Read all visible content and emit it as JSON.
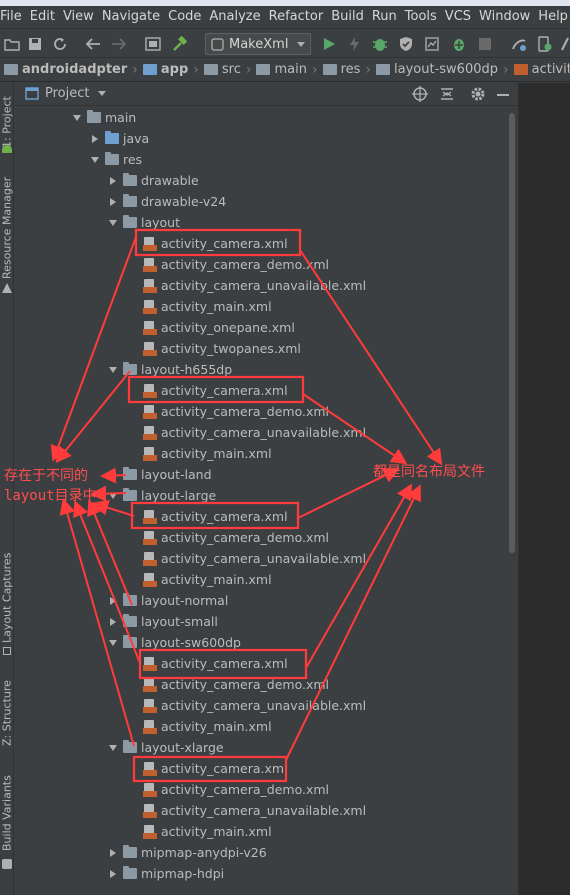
{
  "menu": [
    "File",
    "Edit",
    "View",
    "Navigate",
    "Code",
    "Analyze",
    "Refactor",
    "Build",
    "Run",
    "Tools",
    "VCS",
    "Window",
    "Help"
  ],
  "toolbar": {
    "run_config": "MakeXml"
  },
  "breadcrumb": [
    "androidadpter",
    "app",
    "src",
    "main",
    "res",
    "layout-sw600dp",
    "activity_camera_"
  ],
  "side_tabs": {
    "project": "1: Project",
    "resource_manager": "Resource Manager",
    "layout_captures": "Layout Captures",
    "structure": "Z: Structure",
    "build_variants": "Build Variants"
  },
  "panel": {
    "title": "Project"
  },
  "tree": [
    {
      "label": "main",
      "type": "folder",
      "arrow": "open",
      "level": 0
    },
    {
      "label": "java",
      "type": "folder-blue",
      "arrow": "closed",
      "level": 1
    },
    {
      "label": "res",
      "type": "folder",
      "arrow": "open",
      "level": 1
    },
    {
      "label": "drawable",
      "type": "folder",
      "arrow": "closed",
      "level": 2
    },
    {
      "label": "drawable-v24",
      "type": "folder",
      "arrow": "closed",
      "level": 2
    },
    {
      "label": "layout",
      "type": "folder",
      "arrow": "open",
      "level": 2
    },
    {
      "label": "activity_camera.xml",
      "type": "xml",
      "level": 3
    },
    {
      "label": "activity_camera_demo.xml",
      "type": "xml",
      "level": 3
    },
    {
      "label": "activity_camera_unavailable.xml",
      "type": "xml",
      "level": 3
    },
    {
      "label": "activity_main.xml",
      "type": "xml",
      "level": 3
    },
    {
      "label": "activity_onepane.xml",
      "type": "xml",
      "level": 3
    },
    {
      "label": "activity_twopanes.xml",
      "type": "xml",
      "level": 3
    },
    {
      "label": "layout-h655dp",
      "type": "folder",
      "arrow": "open",
      "level": 2
    },
    {
      "label": "activity_camera.xml",
      "type": "xml",
      "level": 3
    },
    {
      "label": "activity_camera_demo.xml",
      "type": "xml",
      "level": 3
    },
    {
      "label": "activity_camera_unavailable.xml",
      "type": "xml",
      "level": 3
    },
    {
      "label": "activity_main.xml",
      "type": "xml",
      "level": 3
    },
    {
      "label": "layout-land",
      "type": "folder",
      "arrow": "closed",
      "level": 2
    },
    {
      "label": "layout-large",
      "type": "folder",
      "arrow": "open",
      "level": 2
    },
    {
      "label": "activity_camera.xml",
      "type": "xml",
      "level": 3
    },
    {
      "label": "activity_camera_demo.xml",
      "type": "xml",
      "level": 3
    },
    {
      "label": "activity_camera_unavailable.xml",
      "type": "xml",
      "level": 3
    },
    {
      "label": "activity_main.xml",
      "type": "xml",
      "level": 3
    },
    {
      "label": "layout-normal",
      "type": "folder",
      "arrow": "closed",
      "level": 2
    },
    {
      "label": "layout-small",
      "type": "folder",
      "arrow": "closed",
      "level": 2
    },
    {
      "label": "layout-sw600dp",
      "type": "folder",
      "arrow": "open",
      "level": 2
    },
    {
      "label": "activity_camera.xml",
      "type": "xml",
      "level": 3
    },
    {
      "label": "activity_camera_demo.xml",
      "type": "xml",
      "level": 3
    },
    {
      "label": "activity_camera_unavailable.xml",
      "type": "xml",
      "level": 3
    },
    {
      "label": "activity_main.xml",
      "type": "xml",
      "level": 3
    },
    {
      "label": "layout-xlarge",
      "type": "folder",
      "arrow": "open",
      "level": 2
    },
    {
      "label": "activity_camera.xml",
      "type": "xml",
      "level": 3
    },
    {
      "label": "activity_camera_demo.xml",
      "type": "xml",
      "level": 3
    },
    {
      "label": "activity_camera_unavailable.xml",
      "type": "xml",
      "level": 3
    },
    {
      "label": "activity_main.xml",
      "type": "xml",
      "level": 3
    },
    {
      "label": "mipmap-anydpi-v26",
      "type": "folder",
      "arrow": "closed",
      "level": 2
    },
    {
      "label": "mipmap-hdpi",
      "type": "folder",
      "arrow": "closed",
      "level": 2
    }
  ],
  "annotations": {
    "left_line1": "存在于不同的",
    "left_line2": "layout目录中",
    "right_text": "都是同名布局文件"
  },
  "colors": {
    "annotation": "#ff3b3b",
    "background": "#3c3f41",
    "editor": "#2b2b2b"
  }
}
